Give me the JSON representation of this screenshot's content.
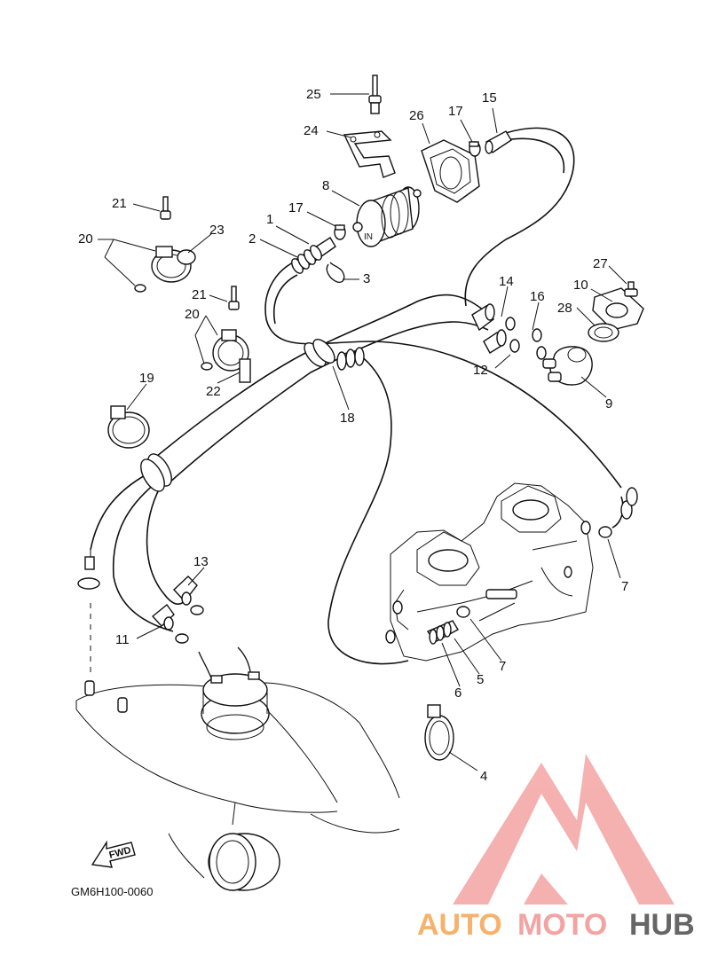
{
  "diagram": {
    "code": "GM6H100-0060",
    "fwd_label": "FWD",
    "callouts": [
      "1",
      "2",
      "3",
      "4",
      "5",
      "6",
      "7",
      "7",
      "8",
      "9",
      "10",
      "11",
      "12",
      "13",
      "14",
      "15",
      "16",
      "17",
      "17",
      "18",
      "19",
      "20",
      "20",
      "21",
      "21",
      "22",
      "23",
      "24",
      "25",
      "26",
      "27",
      "28"
    ]
  },
  "watermark": {
    "auto": "AUTO",
    "moto": "MOTO",
    "hub": "HUB",
    "colors": {
      "auto": "#f6b26b",
      "moto": "#f4a3a3",
      "hub": "#666666",
      "logo": "#f4a3a3"
    }
  }
}
